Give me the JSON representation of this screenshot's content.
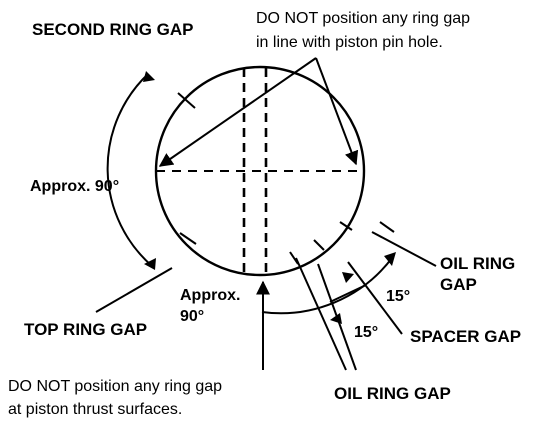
{
  "labels": {
    "second_ring_gap": "SECOND RING GAP",
    "warning_pin_line1": "DO NOT position any ring gap",
    "warning_pin_line2": "in line with piston pin hole.",
    "approx_90_left": "Approx. 90°",
    "approx_bottom_line1": "Approx.",
    "approx_bottom_line2": "90°",
    "oil_ring_line1": "OIL RING",
    "oil_ring_line2": "GAP",
    "angle_15_upper": "15°",
    "angle_15_lower": "15°",
    "spacer_gap": "SPACER GAP",
    "top_ring_gap": "TOP RING GAP",
    "warning_thrust_line1": "DO NOT position any ring gap",
    "warning_thrust_line2": "at piston thrust surfaces.",
    "oil_ring_gap_bottom": "OIL RING GAP"
  }
}
